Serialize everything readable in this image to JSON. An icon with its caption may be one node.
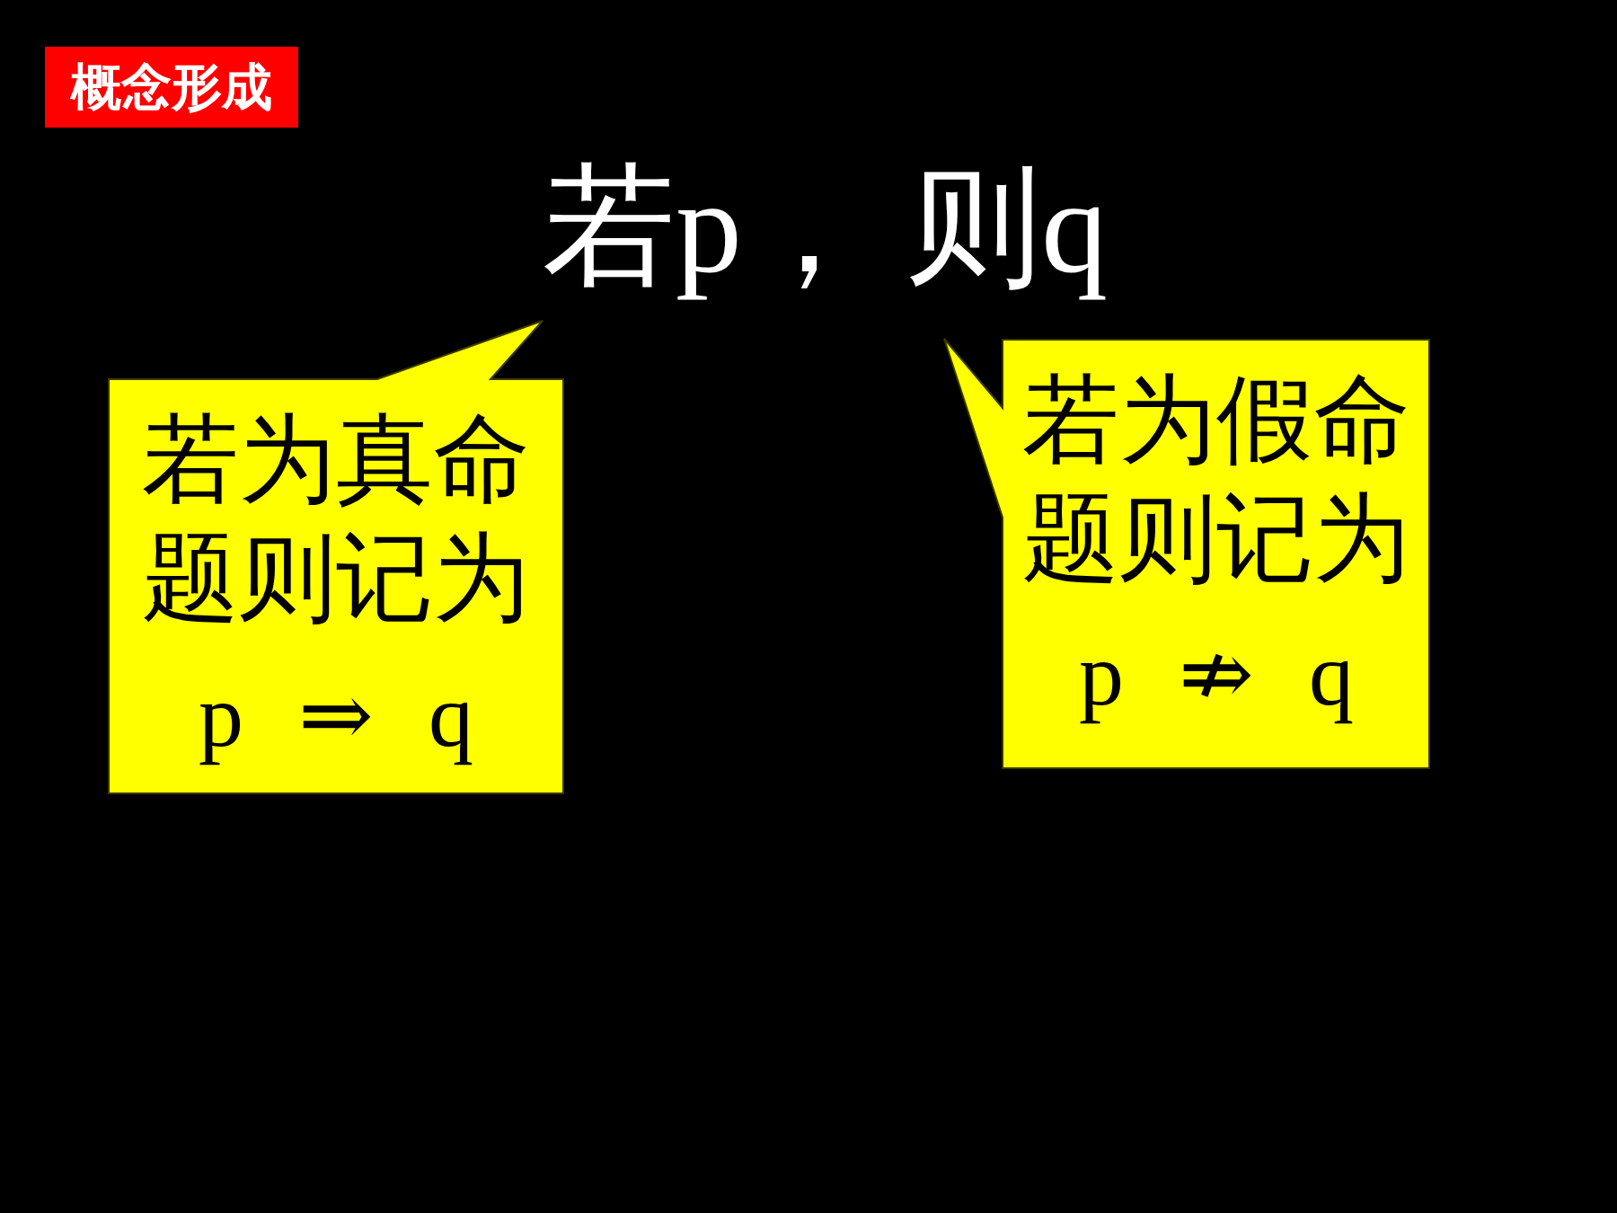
{
  "diagram": {
    "title": "若p， 则q",
    "nodes": [
      {
        "text": [
          "概念形成"
        ]
      },
      {
        "text": [
          "若为真命题则记为",
          "p ⇒ q"
        ]
      },
      {
        "text": [
          "若为假命题则记为",
          "p ⇏ q"
        ]
      }
    ]
  }
}
